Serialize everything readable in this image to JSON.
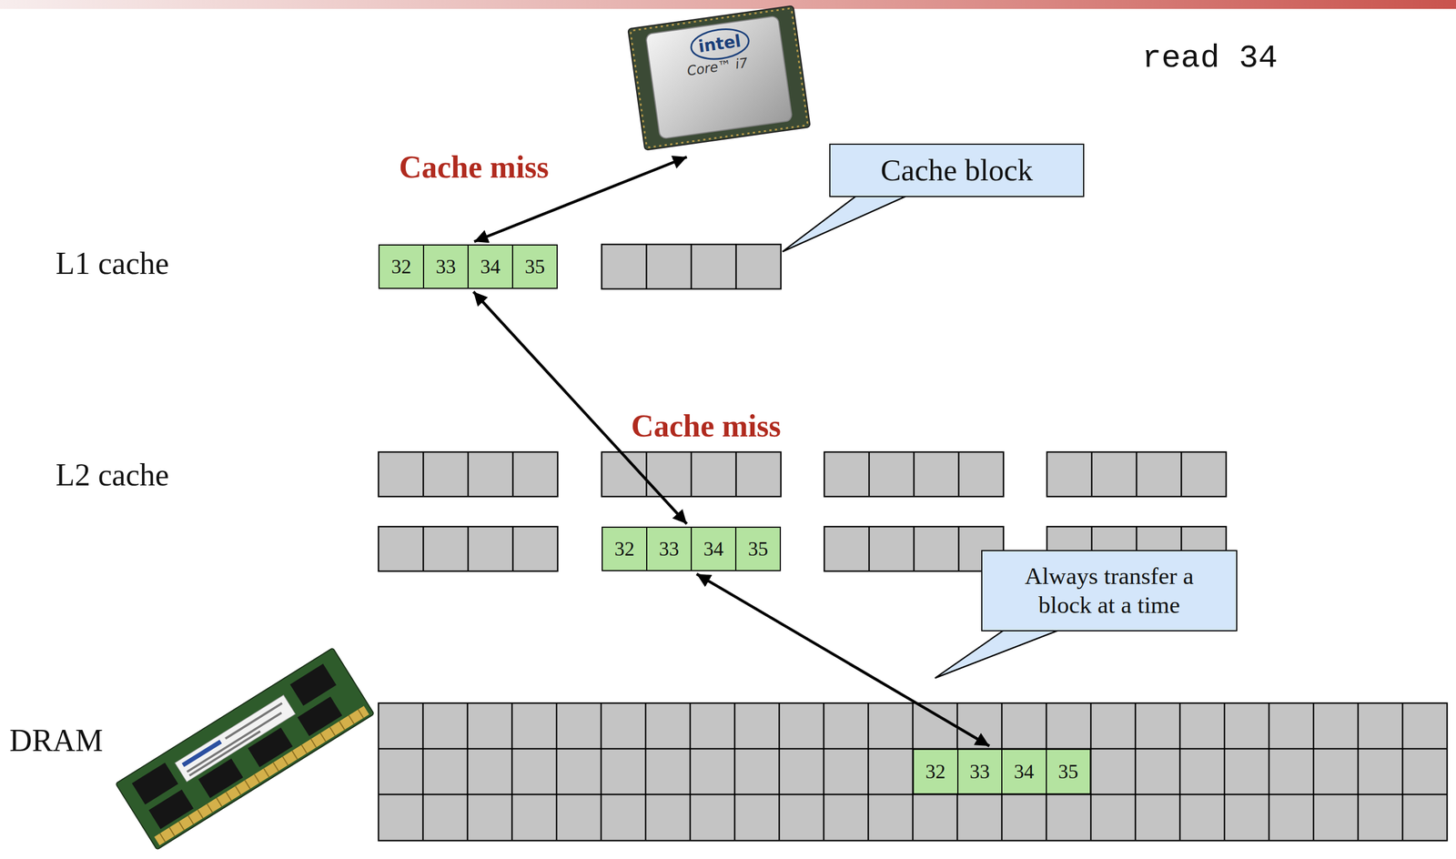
{
  "diagram": {
    "nodes": [
      {
        "text": [
          "Cache block"
        ]
      },
      {
        "text": [
          "32",
          "33",
          "34",
          "35"
        ]
      },
      {
        "text": [
          "32",
          "33",
          "34",
          "35"
        ]
      },
      {
        "text": [
          "Always transfer a block at a time"
        ]
      },
      {
        "text": [
          "32",
          "33",
          "34",
          "35"
        ]
      }
    ],
    "edges": [
      {
        "from": 1,
        "to": 2,
        "arrow": "both"
      },
      {
        "from": 2,
        "to": 4,
        "arrow": "both"
      }
    ],
    "labels": [
      "intel",
      "Core™ i7",
      "read 34",
      "Cache miss",
      "L1 cache",
      "Cache miss",
      "L2 cache",
      "DRAM"
    ]
  }
}
